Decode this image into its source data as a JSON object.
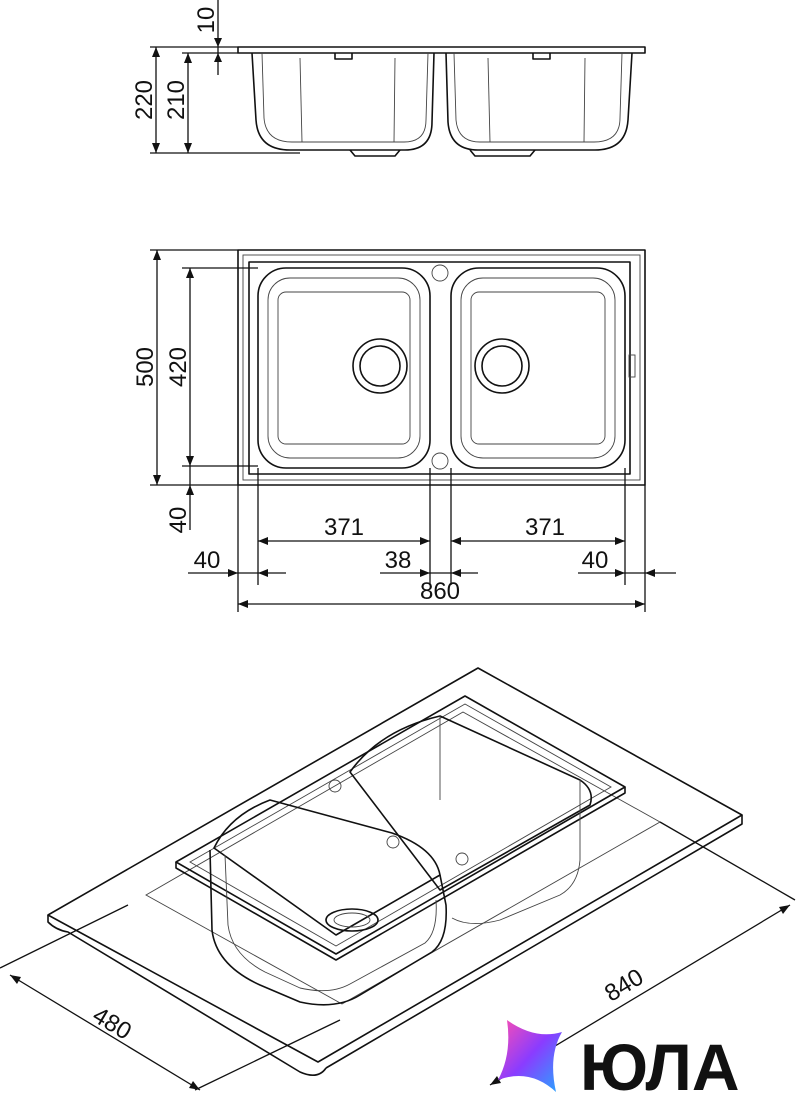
{
  "side_view": {
    "dim_rim": "10",
    "dim_total_height": "220",
    "dim_bowl_depth": "210"
  },
  "top_view": {
    "dim_width_total": "500",
    "dim_width_bowl": "420",
    "dim_front_margin": "40",
    "dim_bowl_left": "371",
    "dim_bowl_right": "371",
    "dim_left_margin": "40",
    "dim_divider": "38",
    "dim_right_margin": "40",
    "dim_length_total": "860"
  },
  "iso_view": {
    "dim_cutout_depth": "480",
    "dim_cutout_length": "840"
  },
  "logo": {
    "text": "ЮЛА",
    "gradient": [
      "#ff4fb0",
      "#8a3cff",
      "#24a9ff"
    ]
  }
}
